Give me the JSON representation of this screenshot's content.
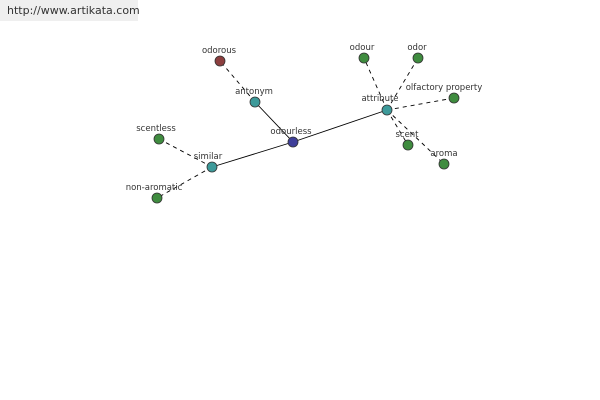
{
  "site_url": "http://www.artikata.com",
  "colors": {
    "center": "#3f3f9a",
    "relation": "#3d9a9a",
    "leaf": "#3f8c3f",
    "antonym_leaf": "#8c3f3f"
  },
  "nodes": {
    "center": "odourless",
    "antonym": "antonym",
    "attribute": "attribute",
    "similar": "similar",
    "odorous": "odorous",
    "odour": "odour",
    "odor": "odor",
    "olfactory_property": "olfactory property",
    "scent": "scent",
    "aroma": "aroma",
    "scentless": "scentless",
    "non_aromatic": "non-aromatic"
  }
}
